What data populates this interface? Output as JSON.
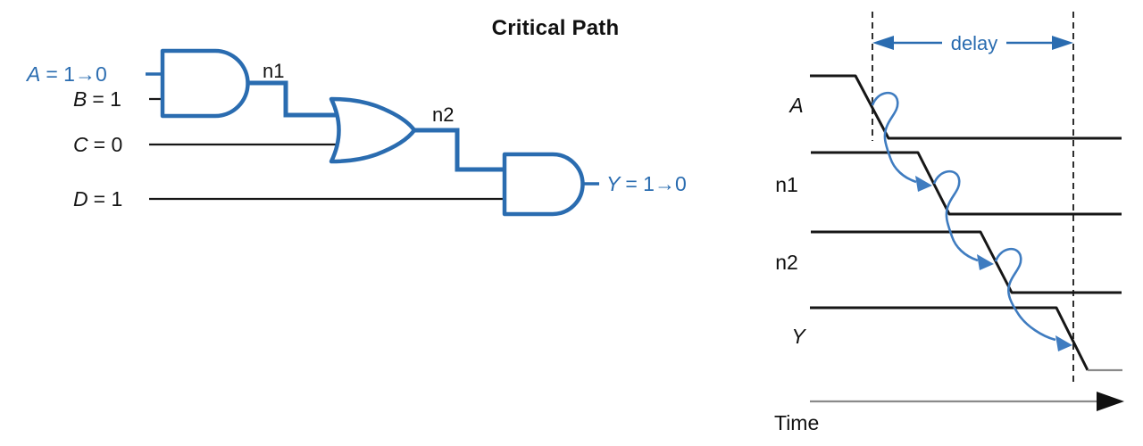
{
  "title": "Critical Path",
  "colors": {
    "circuit_blue": "#2a6cb0",
    "flow_arrow_blue": "#3f7cc0",
    "line_black": "#161616",
    "gray": "#8a8a8a"
  },
  "circuit": {
    "inputs": [
      {
        "name": "A",
        "value": "= 1→0",
        "highlighted": true
      },
      {
        "name": "B",
        "value": "= 1",
        "highlighted": false
      },
      {
        "name": "C",
        "value": "= 0",
        "highlighted": false
      },
      {
        "name": "D",
        "value": "= 1",
        "highlighted": false
      }
    ],
    "gates": [
      {
        "id": "and1",
        "type": "AND",
        "inputs": [
          "A",
          "B"
        ],
        "output": "n1",
        "on_critical_path": true
      },
      {
        "id": "or1",
        "type": "OR",
        "inputs": [
          "n1",
          "C"
        ],
        "output": "n2",
        "on_critical_path": true
      },
      {
        "id": "and2",
        "type": "AND",
        "inputs": [
          "n2",
          "D"
        ],
        "output": "Y",
        "on_critical_path": true
      }
    ],
    "nets": {
      "n1": "n1",
      "n2": "n2"
    },
    "output": {
      "name": "Y",
      "value": "= 1→0"
    }
  },
  "timing": {
    "delay_label": "delay",
    "time_label": "Time",
    "signals": [
      {
        "name": "A",
        "transition": "1→0",
        "order": 1
      },
      {
        "name": "n1",
        "transition": "1→0",
        "order": 2
      },
      {
        "name": "n2",
        "transition": "1→0",
        "order": 3
      },
      {
        "name": "Y",
        "transition": "1→0",
        "order": 4
      }
    ]
  }
}
